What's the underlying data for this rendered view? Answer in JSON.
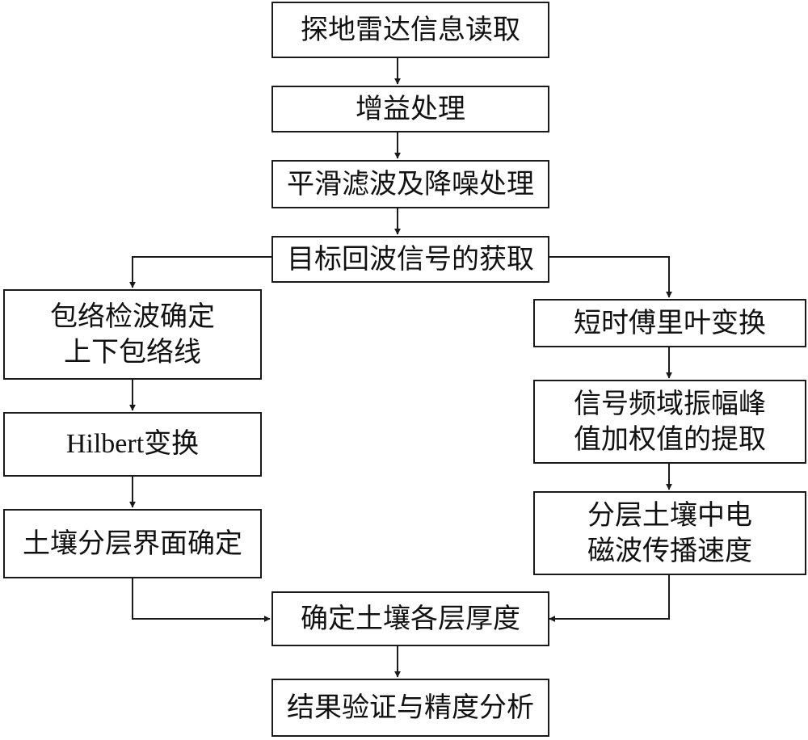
{
  "diagram": {
    "nodes": {
      "gpr_read": [
        "探地雷达信息读取"
      ],
      "gain": [
        "增益处理"
      ],
      "smooth": [
        "平滑滤波及降噪处理"
      ],
      "target_echo": [
        "目标回波信号的获取"
      ],
      "envelope": [
        "包络检波确定",
        "上下包络线"
      ],
      "hilbert": [
        "Hilbert变换"
      ],
      "interface": [
        "土壤分层界面确定"
      ],
      "stft": [
        "短时傅里叶变换"
      ],
      "freq_peak": [
        "信号频域振幅峰",
        "值加权值的提取"
      ],
      "velocity": [
        "分层土壤中电",
        "磁波传播速度"
      ],
      "thickness": [
        "确定土壤各层厚度"
      ],
      "validation": [
        "结果验证与精度分析"
      ]
    },
    "edges": [
      [
        "gpr_read",
        "gain"
      ],
      [
        "gain",
        "smooth"
      ],
      [
        "smooth",
        "target_echo"
      ],
      [
        "target_echo",
        "envelope"
      ],
      [
        "target_echo",
        "stft"
      ],
      [
        "envelope",
        "hilbert"
      ],
      [
        "hilbert",
        "interface"
      ],
      [
        "stft",
        "freq_peak"
      ],
      [
        "freq_peak",
        "velocity"
      ],
      [
        "interface",
        "thickness"
      ],
      [
        "velocity",
        "thickness"
      ],
      [
        "thickness",
        "validation"
      ]
    ]
  }
}
